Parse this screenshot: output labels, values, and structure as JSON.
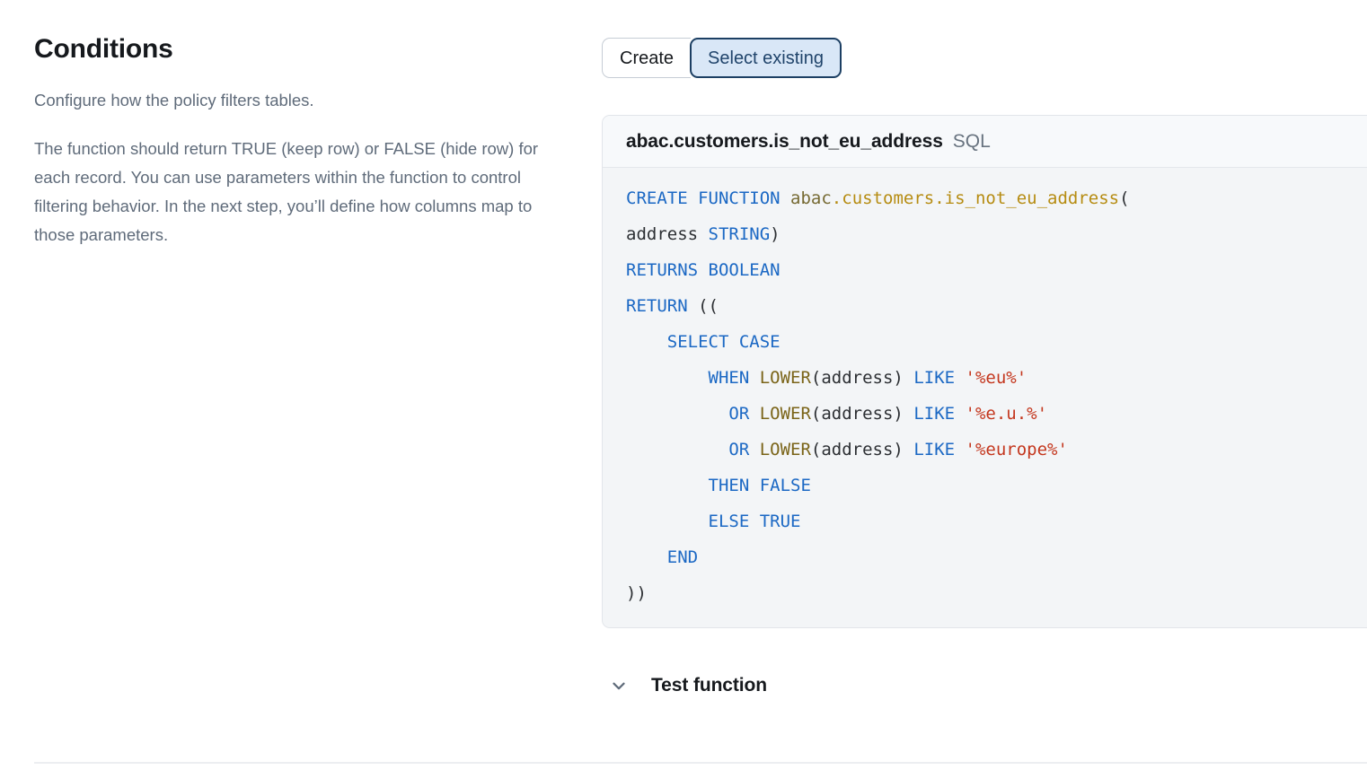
{
  "left": {
    "title": "Conditions",
    "desc1": "Configure how the policy filters tables.",
    "desc2": "The function should return TRUE (keep row) or FALSE (hide row) for each record. You can use parameters within the function to control filtering behavior. In the next step, you’ll define how columns map to those parameters."
  },
  "segmented": {
    "options": [
      {
        "label": "Create",
        "selected": false
      },
      {
        "label": "Select existing",
        "selected": true
      }
    ],
    "create_label": "Create",
    "select_existing_label": "Select existing",
    "selected_fill": "#d9e7f7",
    "selected_border": "#1c3f63",
    "selected_text": "#20446b"
  },
  "code_card": {
    "title": "abac.customers.is_not_eu_address",
    "language": "SQL",
    "header_bg": "#f7f9fb",
    "body_bg": "#f3f5f7",
    "border": "#e2e5ea",
    "code_plain": "CREATE FUNCTION abac.customers.is_not_eu_address(\naddress STRING)\nRETURNS BOOLEAN\nRETURN ((\n    SELECT CASE\n        WHEN LOWER(address) LIKE '%eu%'\n          OR LOWER(address) LIKE '%e.u.%'\n          OR LOWER(address) LIKE '%europe%'\n        THEN FALSE\n        ELSE TRUE\n    END\n))",
    "lines": [
      [
        {
          "t": "CREATE FUNCTION ",
          "c": "kw"
        },
        {
          "t": "abac",
          "c": "id"
        },
        {
          "t": ".",
          "c": "name"
        },
        {
          "t": "customers",
          "c": "name"
        },
        {
          "t": ".",
          "c": "name"
        },
        {
          "t": "is_not_eu_address",
          "c": "name"
        },
        {
          "t": "(",
          "c": "pl"
        }
      ],
      [
        {
          "t": "address ",
          "c": "pl"
        },
        {
          "t": "STRING",
          "c": "kw"
        },
        {
          "t": ")",
          "c": "pl"
        }
      ],
      [
        {
          "t": "RETURNS BOOLEAN",
          "c": "kw"
        }
      ],
      [
        {
          "t": "RETURN",
          "c": "kw"
        },
        {
          "t": " ((",
          "c": "pl"
        }
      ],
      [
        {
          "t": "    ",
          "c": "pl"
        },
        {
          "t": "SELECT CASE",
          "c": "kw"
        }
      ],
      [
        {
          "t": "        ",
          "c": "pl"
        },
        {
          "t": "WHEN ",
          "c": "kw"
        },
        {
          "t": "LOWER",
          "c": "fn"
        },
        {
          "t": "(address) ",
          "c": "pl"
        },
        {
          "t": "LIKE ",
          "c": "kw"
        },
        {
          "t": "'%eu%'",
          "c": "str"
        }
      ],
      [
        {
          "t": "          ",
          "c": "pl"
        },
        {
          "t": "OR ",
          "c": "kw"
        },
        {
          "t": "LOWER",
          "c": "fn"
        },
        {
          "t": "(address) ",
          "c": "pl"
        },
        {
          "t": "LIKE ",
          "c": "kw"
        },
        {
          "t": "'%e.u.%'",
          "c": "str"
        }
      ],
      [
        {
          "t": "          ",
          "c": "pl"
        },
        {
          "t": "OR ",
          "c": "kw"
        },
        {
          "t": "LOWER",
          "c": "fn"
        },
        {
          "t": "(address) ",
          "c": "pl"
        },
        {
          "t": "LIKE ",
          "c": "kw"
        },
        {
          "t": "'%europe%'",
          "c": "str"
        }
      ],
      [
        {
          "t": "        ",
          "c": "pl"
        },
        {
          "t": "THEN FALSE",
          "c": "kw"
        }
      ],
      [
        {
          "t": "        ",
          "c": "pl"
        },
        {
          "t": "ELSE TRUE",
          "c": "kw"
        }
      ],
      [
        {
          "t": "    ",
          "c": "pl"
        },
        {
          "t": "END",
          "c": "kw"
        }
      ],
      [
        {
          "t": "))",
          "c": "pl"
        }
      ]
    ]
  },
  "test_function": {
    "label": "Test function",
    "icon": "chevron-down-icon",
    "expanded": false
  }
}
